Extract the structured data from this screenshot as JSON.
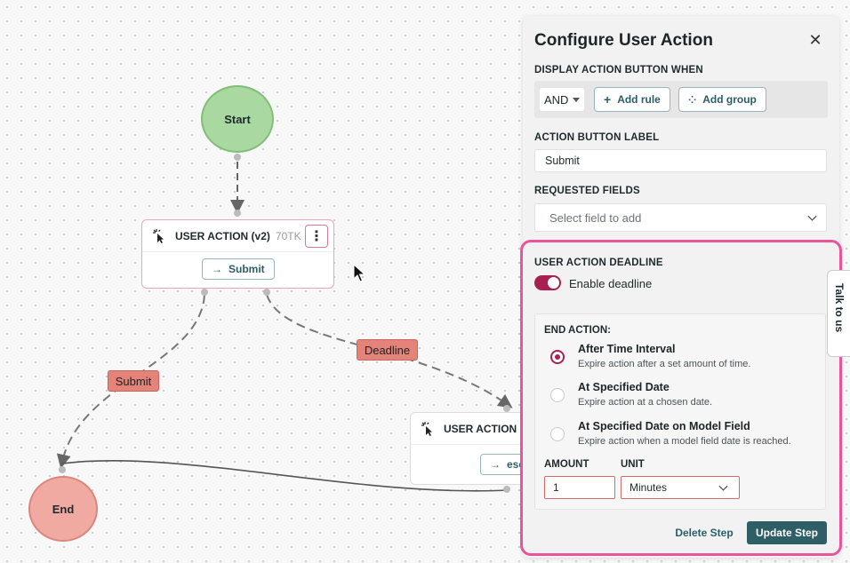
{
  "canvas": {
    "start_node": {
      "label": "Start"
    },
    "end_node": {
      "label": "End"
    },
    "action_node_1": {
      "title": "USER ACTION (v2)",
      "tag": "70TK",
      "button_label": "Submit",
      "menu_icon": "kebab-icon"
    },
    "action_node_2": {
      "title": "USER ACTION (",
      "button_label": "esc"
    },
    "edges": {
      "submit_label": "Submit",
      "deadline_label": "Deadline"
    }
  },
  "panel": {
    "title": "Configure User Action",
    "display_when_label": "DISPLAY ACTION BUTTON WHEN",
    "condition_operator": "AND",
    "add_rule_label": "Add rule",
    "add_group_label": "Add group",
    "button_label_heading": "ACTION BUTTON LABEL",
    "button_label_value": "Submit",
    "requested_fields_heading": "REQUESTED FIELDS",
    "requested_fields_placeholder": "Select field to add",
    "deadline_heading": "USER ACTION DEADLINE",
    "enable_deadline_label": "Enable deadline",
    "end_action_heading": "END ACTION:",
    "options": [
      {
        "title": "After Time Interval",
        "desc": "Expire action after a set amount of time.",
        "selected": true
      },
      {
        "title": "At Specified Date",
        "desc": "Expire action at a chosen date.",
        "selected": false
      },
      {
        "title": "At Specified Date on Model Field",
        "desc": "Expire action when a model field date is reached.",
        "selected": false
      }
    ],
    "amount_label": "AMOUNT",
    "amount_value": "1",
    "unit_label": "UNIT",
    "unit_value": "Minutes",
    "delete_label": "Delete Step",
    "update_label": "Update Step"
  },
  "talk_tab_label": "Talk to us",
  "colors": {
    "accent": "#a8204f",
    "teal": "#2e5e66",
    "highlight": "#e8559a"
  }
}
